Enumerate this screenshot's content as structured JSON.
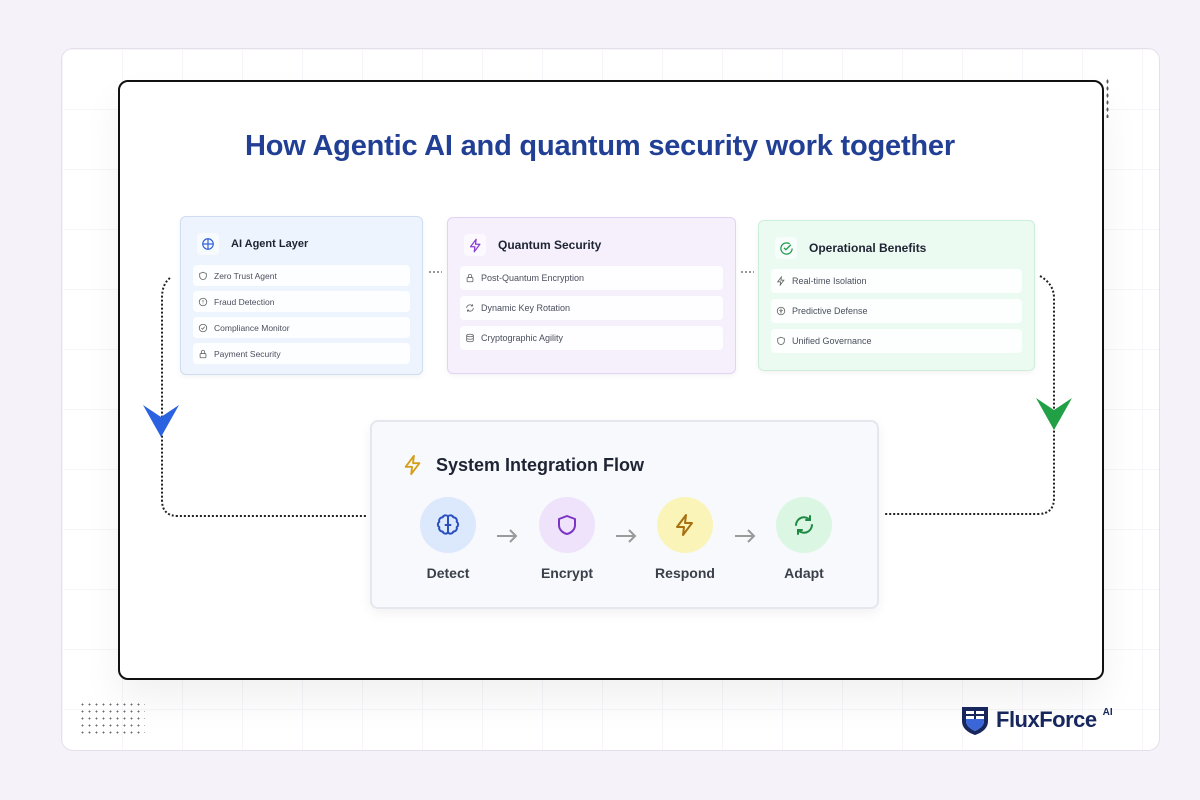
{
  "title": "How Agentic AI and quantum security work together",
  "colors": {
    "title": "#213f94",
    "ai_accent": "#2f5fd8",
    "quantum_accent": "#8b3fd1",
    "benefits_accent": "#1f9a4d",
    "flow_accent": "#c08a1a",
    "left_arrow": "#2a62e0",
    "right_arrow": "#22a045",
    "logo": "#17275d"
  },
  "cards": {
    "ai_agent_layer": {
      "title": "AI Agent Layer",
      "icon": "brain-icon",
      "items": [
        {
          "label": "Zero Trust Agent",
          "icon": "shield-icon"
        },
        {
          "label": "Fraud Detection",
          "icon": "alert-circle-icon"
        },
        {
          "label": "Compliance Monitor",
          "icon": "check-circle-icon"
        },
        {
          "label": "Payment Security",
          "icon": "lock-icon"
        }
      ]
    },
    "quantum_security": {
      "title": "Quantum Security",
      "icon": "lightning-icon",
      "items": [
        {
          "label": "Post-Quantum Encryption",
          "icon": "lock-icon"
        },
        {
          "label": "Dynamic Key Rotation",
          "icon": "refresh-icon"
        },
        {
          "label": "Cryptographic Agility",
          "icon": "database-icon"
        }
      ]
    },
    "operational_benefits": {
      "title": "Operational Benefits",
      "icon": "check-circle-icon",
      "items": [
        {
          "label": "Real-time Isolation",
          "icon": "lightning-icon"
        },
        {
          "label": "Predictive Defense",
          "icon": "brain-icon"
        },
        {
          "label": "Unified Governance",
          "icon": "shield-icon"
        }
      ]
    }
  },
  "flow": {
    "title": "System Integration Flow",
    "icon": "lightning-icon",
    "steps": [
      {
        "label": "Detect",
        "icon": "brain-icon",
        "bg": "#dce8fb",
        "color": "#2a4fc0"
      },
      {
        "label": "Encrypt",
        "icon": "shield-icon",
        "bg": "#efe3fb",
        "color": "#7a35c4"
      },
      {
        "label": "Respond",
        "icon": "lightning-icon",
        "bg": "#fbf4b8",
        "color": "#a8700f"
      },
      {
        "label": "Adapt",
        "icon": "refresh-icon",
        "bg": "#dcf6e4",
        "color": "#1f8a44"
      }
    ]
  },
  "logo": {
    "brand": "FluxForce",
    "superscript": "AI"
  }
}
